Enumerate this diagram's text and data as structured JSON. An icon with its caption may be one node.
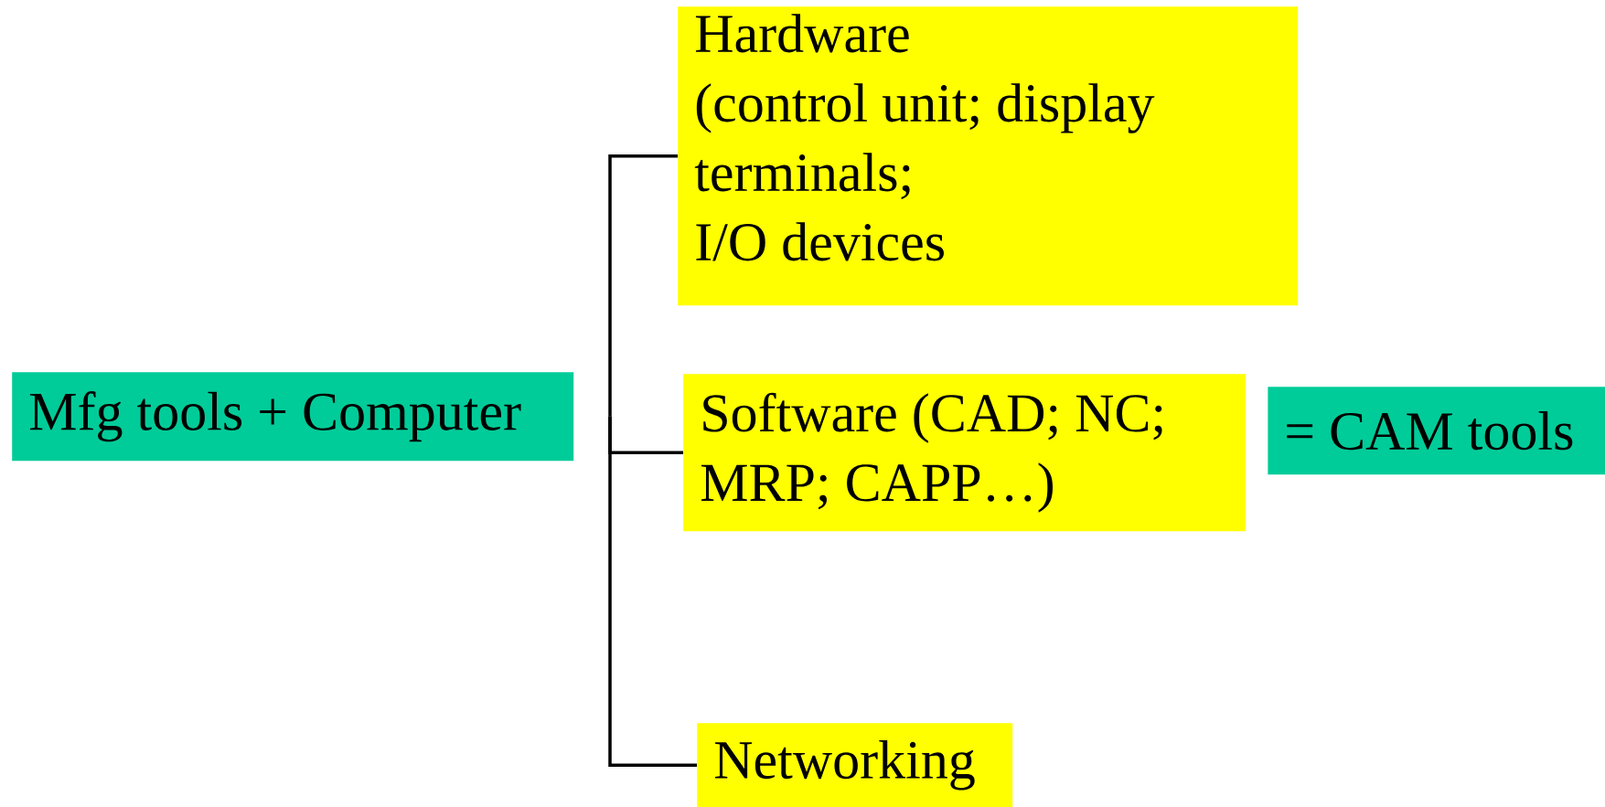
{
  "diagram": {
    "nodes": [
      {
        "text": [
          "Mfg tools + Computer"
        ]
      },
      {
        "text": [
          "Hardware",
          "(control unit; display terminals;",
          "I/O devices"
        ]
      },
      {
        "text": [
          "Software (CAD; NC; MRP; CAPP…)"
        ]
      },
      {
        "text": [
          "= CAM tools"
        ]
      },
      {
        "text": [
          "Networking"
        ]
      }
    ],
    "edges": [
      {
        "from": 0,
        "to": 1,
        "arrow": "none"
      },
      {
        "from": 0,
        "to": 2,
        "arrow": "none"
      },
      {
        "from": 0,
        "to": 4,
        "arrow": "none"
      }
    ]
  }
}
